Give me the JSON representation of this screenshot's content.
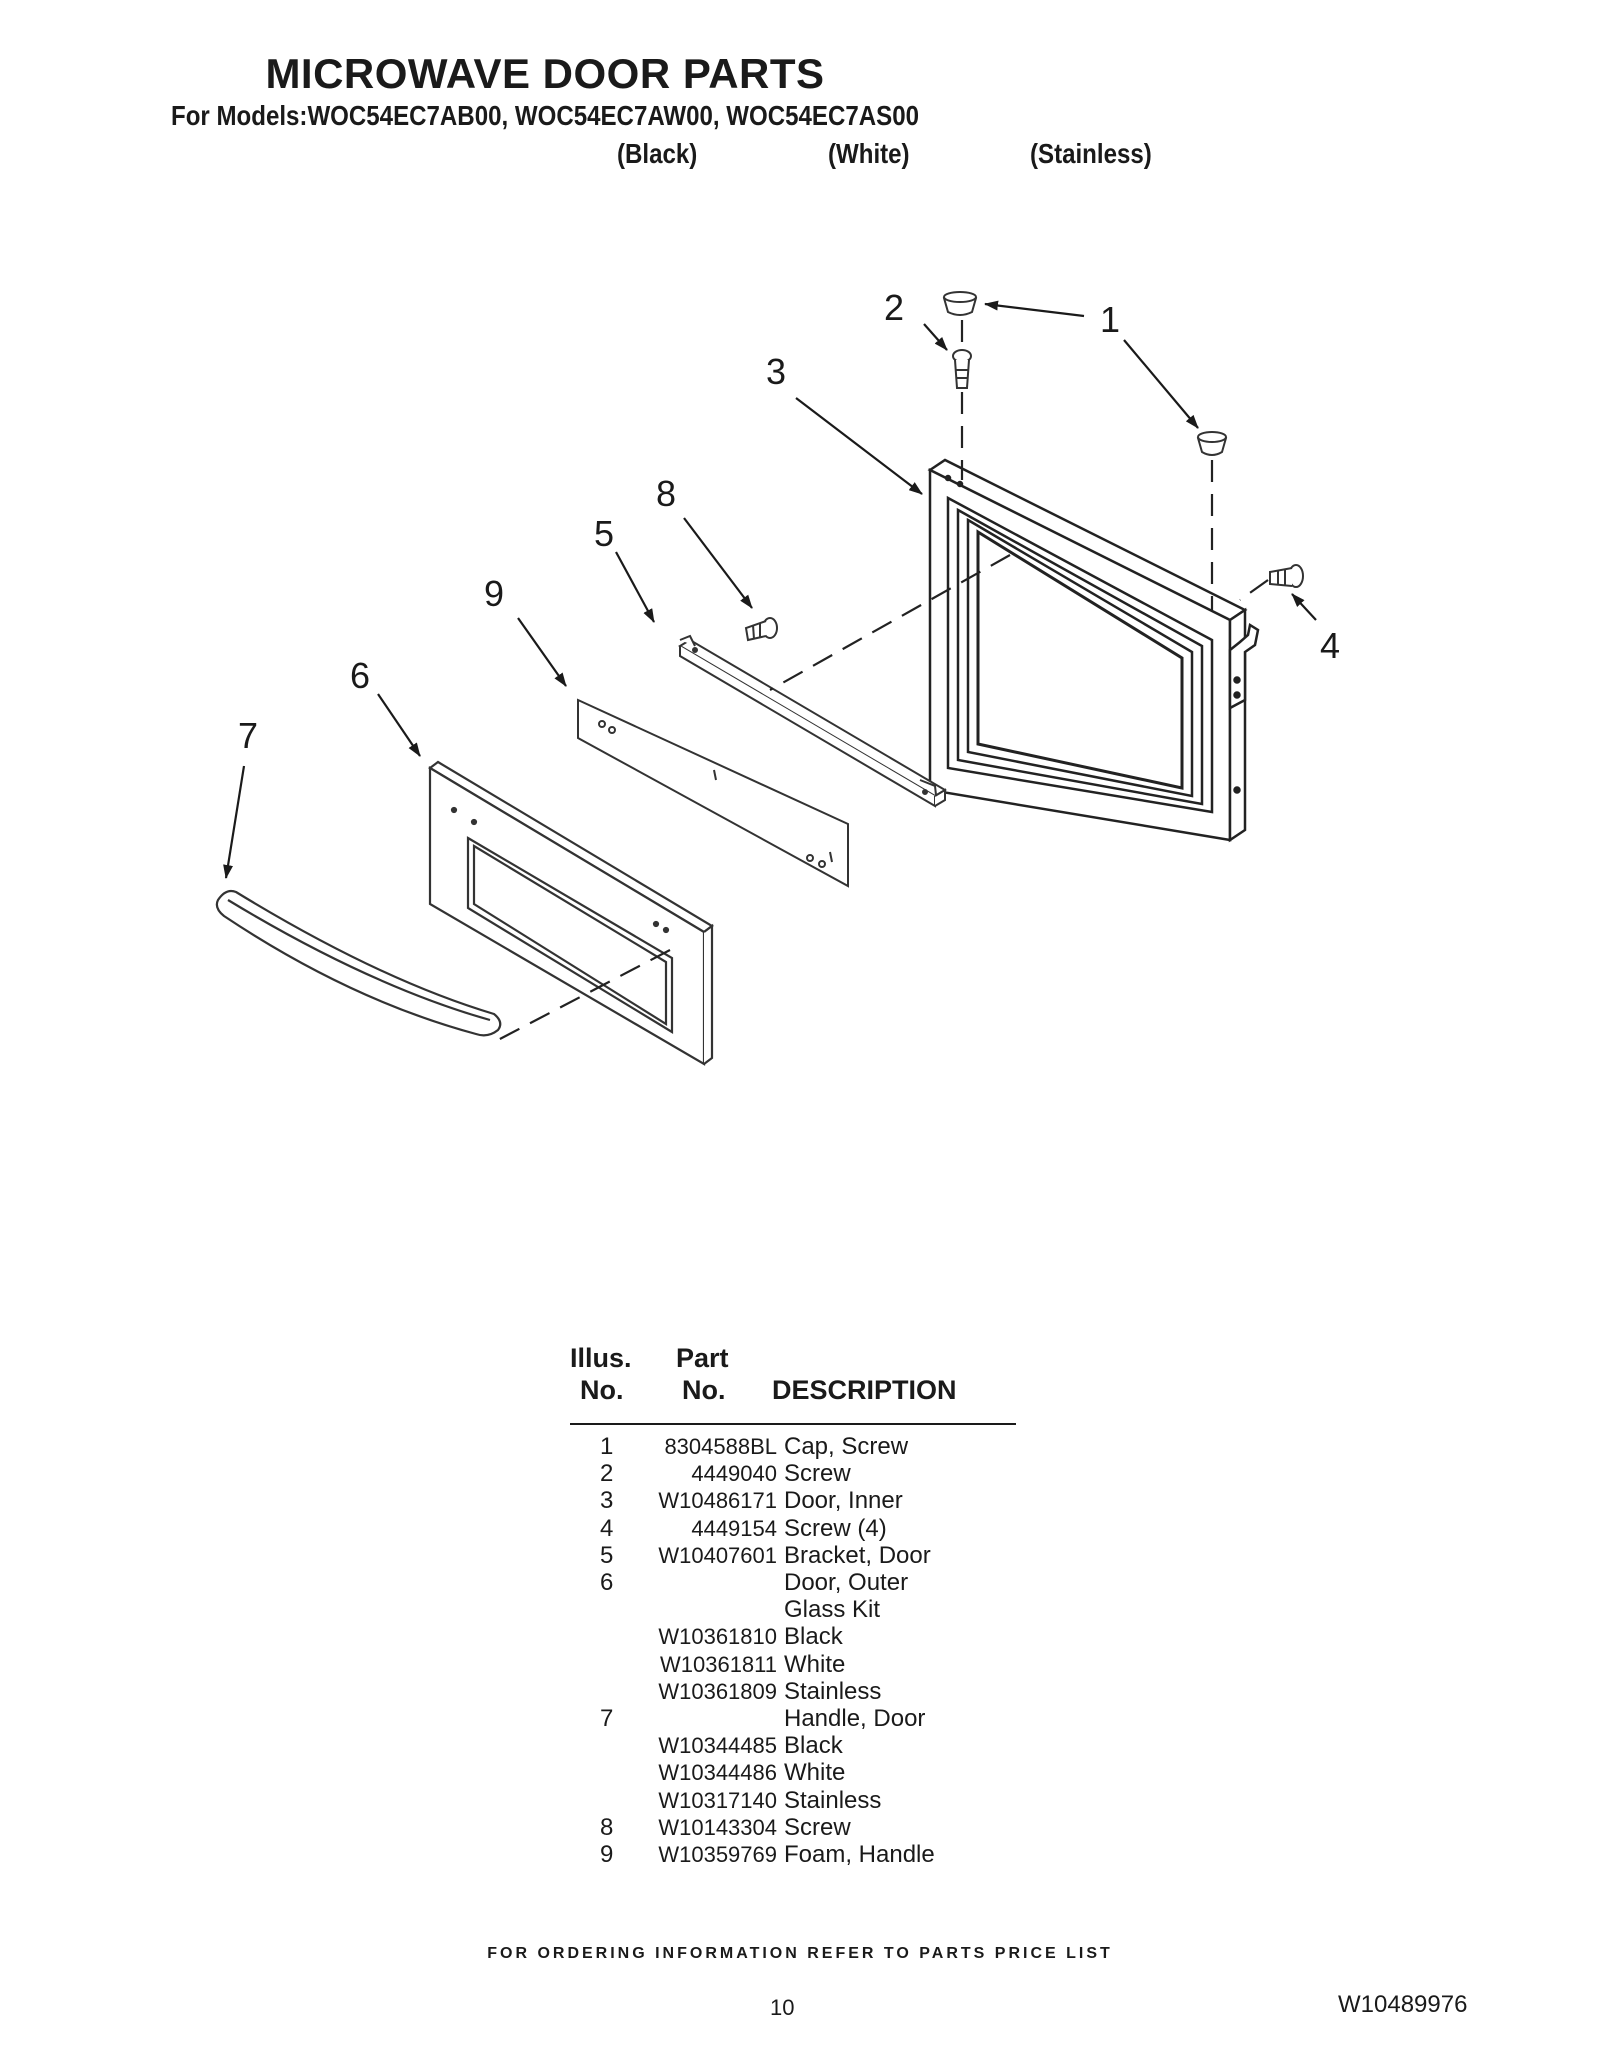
{
  "header": {
    "title": "MICROWAVE DOOR PARTS",
    "subtitle": "For Models:WOC54EC7AB00, WOC54EC7AW00, WOC54EC7AS00",
    "finishes": [
      "(Black)",
      "(White)",
      "(Stainless)"
    ]
  },
  "diagram": {
    "callouts": [
      "1",
      "2",
      "3",
      "4",
      "5",
      "6",
      "7",
      "8",
      "9"
    ]
  },
  "parts_table": {
    "headers": {
      "illus_line1": "Illus.",
      "illus_line2": "No.",
      "part_line1": "Part",
      "part_line2": "No.",
      "description": "DESCRIPTION"
    },
    "rows": [
      {
        "illus": "1",
        "part": "8304588BL",
        "desc": "Cap, Screw"
      },
      {
        "illus": "2",
        "part": "4449040",
        "desc": "Screw"
      },
      {
        "illus": "3",
        "part": "W10486171",
        "desc": "Door, Inner"
      },
      {
        "illus": "4",
        "part": "4449154",
        "desc": "Screw (4)"
      },
      {
        "illus": "5",
        "part": "W10407601",
        "desc": "Bracket, Door"
      },
      {
        "illus": "6",
        "part": "",
        "desc": "Door, Outer"
      },
      {
        "illus": "",
        "part": "",
        "desc": "Glass Kit"
      },
      {
        "illus": "",
        "part": "W10361810",
        "desc": "Black"
      },
      {
        "illus": "",
        "part": "W10361811",
        "desc": "White"
      },
      {
        "illus": "",
        "part": "W10361809",
        "desc": "Stainless"
      },
      {
        "illus": "7",
        "part": "",
        "desc": "Handle, Door"
      },
      {
        "illus": "",
        "part": "W10344485",
        "desc": "Black"
      },
      {
        "illus": "",
        "part": "W10344486",
        "desc": "White"
      },
      {
        "illus": "",
        "part": "W10317140",
        "desc": "Stainless"
      },
      {
        "illus": "8",
        "part": "W10143304",
        "desc": "Screw"
      },
      {
        "illus": "9",
        "part": "W10359769",
        "desc": "Foam, Handle"
      }
    ]
  },
  "footer": {
    "ordering_note": "FOR ORDERING INFORMATION REFER TO PARTS PRICE LIST",
    "page_number": "10",
    "document_number": "W10489976"
  }
}
